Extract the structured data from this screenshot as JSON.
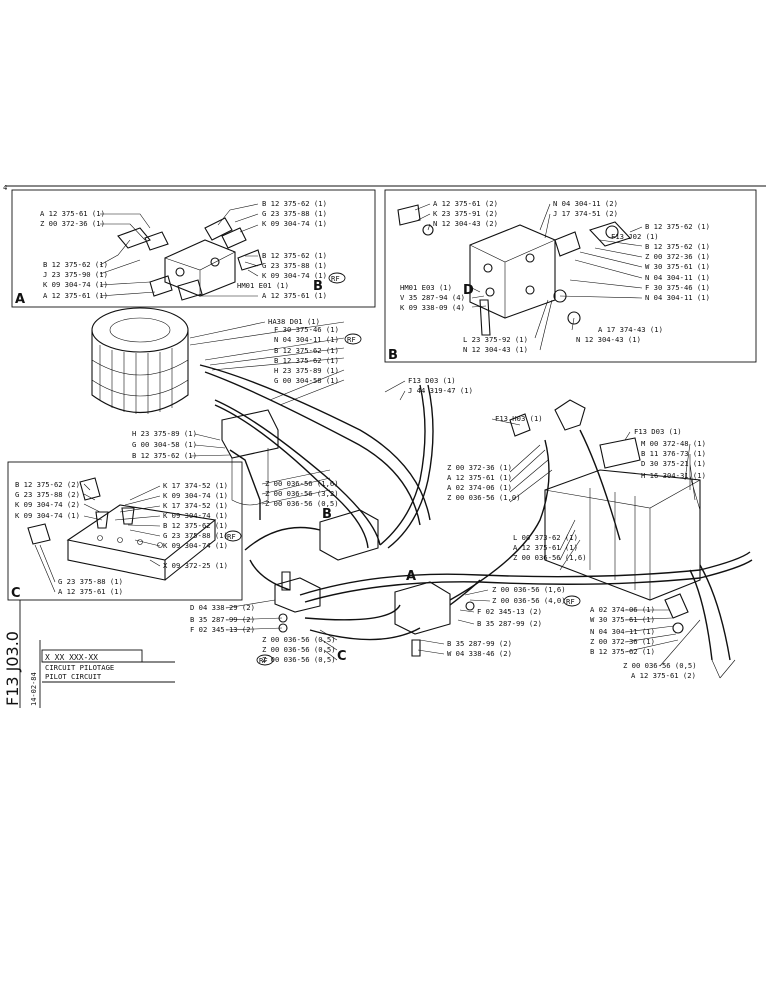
{
  "sheet": {
    "code_vertical": "F13 J03.0",
    "date_vertical": "14-02-84",
    "part_number": "X XX XXX-XX",
    "title_fr": "CIRCUIT PILOTAGE",
    "title_en": "PILOT CIRCUIT",
    "corner_mark": "4"
  },
  "panels": {
    "a_letter": "A",
    "b_letter": "B",
    "c_letter": "C"
  },
  "callouts": {
    "a": [
      "A 12 375-61 (1)",
      "Z 00 372-36 (1)",
      "B 12 375-62 (1)",
      "J 23 375-90 (1)",
      "K 09 304-74 (1)",
      "A 12 375-61 (1)",
      "B 12 375-62 (1)",
      "G 23 375-88 (1)",
      "K 09 304-74 (1)",
      "B 12 375-62 (1)",
      "G 23 375-88 (1)",
      "K 09 304-74 (1)",
      "HM01 E01 (1)",
      "A 12 375-61 (1)"
    ],
    "b": [
      "A 12 375-61 (2)",
      "K 23 375-91 (2)",
      "N 12 304-43 (2)",
      "N 04 304-11 (2)",
      "J 17 374-51 (2)",
      "B 12 375-62 (1)",
      "F13 J02 (1)",
      "B 12 375-62 (1)",
      "Z 00 372-36 (1)",
      "W 30 375-61 (1)",
      "N 04 304-11 (1)",
      "F 30 375-46 (1)",
      "N 04 304-11 (1)",
      "HM01 E03 (1)",
      "V 35 287-94 (4)",
      "K 09 338-09 (4)",
      "A 17 374-43 (1)",
      "N 12 304-43 (1)",
      "L 23 375-92 (1)",
      "N 12 304-43 (1)"
    ],
    "c": [
      "B 12 375-62 (2)",
      "G 23 375-88 (2)",
      "K 09 304-74 (2)",
      "K 09 304-74 (1)",
      "K 17 374-52 (1)",
      "K 09 304-74 (1)",
      "K 17 374-52 (1)",
      "K 09 304-74 (1)",
      "B 12 375-62 (1)",
      "G 23 375-88 (1)",
      "K 09 304-74 (1)",
      "X 09 372-25 (1)",
      "G 23 375-88 (1)",
      "A 12 375-61 (1)"
    ],
    "motor": [
      "HA38 D01 (1)",
      "F 30 375-46 (1)",
      "N 04 304-11 (1)",
      "B 12 375-62 (1)",
      "B 12 375-62 (1)",
      "H 23 375-89 (1)",
      "G 00 304-58 (1)",
      "H 23 375-89 (1)",
      "G 00 304-58 (1)",
      "B 12 375-62 (1)"
    ],
    "center": [
      "F13 D03 (1)",
      "J 44 319-47 (1)",
      "F13 H03 (1)",
      "Z 00 036-56 (1,6)",
      "Z 00 036-56 (3,2)",
      "Z 00 036-56 (0,5)",
      "Z 00 372-36 (1)",
      "A 12 375-61 (1)",
      "A 02 374-06 (1)",
      "Z 00 036-56 (1,0)",
      "L 00 373-62 (1)",
      "A 12 375-61 (1)",
      "Z 00 036-56 (1,6)",
      "Z 00 036-56 (1,6)",
      "Z 00 036-56 (4,0)",
      "F 02 345-13 (2)",
      "B 35 287-99 (2)",
      "B 35 287-99 (2)",
      "W 04 338-46 (2)",
      "D 04 338-29 (2)",
      "B 35 287-99 (2)",
      "F 02 345-13 (2)",
      "Z 00 036-56 (0,5)",
      "Z 00 036-56 (0,5)",
      "Z 00 036-56 (0,5)"
    ],
    "right": [
      "F13 D03 (1)",
      "M 00 372-48 (1)",
      "B 11 376-73 (1)",
      "D 30 375-21 (1)",
      "H 16 304-31 (1)",
      "A 02 374-06 (1)",
      "W 30 375-61 (1)",
      "N 04 304-11 (1)",
      "Z 00 372-36 (1)",
      "B 12 375-62 (1)",
      "Z 00 036-56 (0,5)",
      "A 12 375-61 (2)"
    ]
  },
  "markers": {
    "rf": "RF",
    "letter_a": "A",
    "letter_b": "B",
    "letter_c": "C",
    "letter_d": "D"
  }
}
